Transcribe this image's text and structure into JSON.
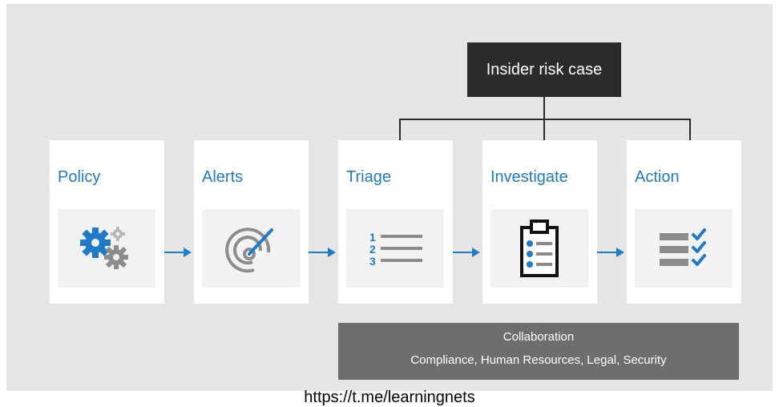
{
  "case_box": {
    "label": "Insider risk case"
  },
  "stages": [
    {
      "title": "Policy",
      "icon": "gears-icon"
    },
    {
      "title": "Alerts",
      "icon": "radar-alert-icon"
    },
    {
      "title": "Triage",
      "icon": "numbered-list-icon"
    },
    {
      "title": "Investigate",
      "icon": "clipboard-icon"
    },
    {
      "title": "Action",
      "icon": "checklist-icon"
    }
  ],
  "collaboration": {
    "title": "Collaboration",
    "subtitle": "Compliance, Human Resources, Legal, Security"
  },
  "footer": {
    "url": "https://t.me/learningnets"
  },
  "colors": {
    "accent": "#1f7bc7",
    "dark": "#2b2b2b",
    "panel": "#e6e6e6",
    "collab": "#6e6e6e",
    "icon_gray": "#8c8c8c"
  }
}
